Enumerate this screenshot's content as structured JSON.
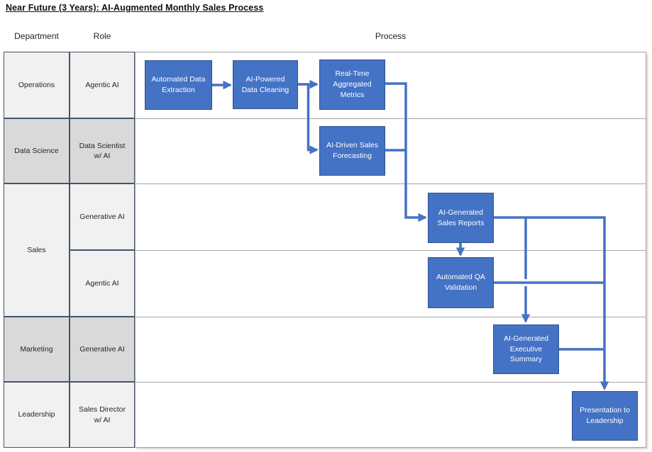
{
  "title": "Near Future (3 Years): AI-Augmented Monthly Sales Process",
  "column_headers": {
    "department": "Department",
    "role": "Role",
    "process": "Process"
  },
  "grid": {
    "departments": [
      {
        "label": "Operations"
      },
      {
        "label": "Data Science"
      },
      {
        "label": "Sales"
      },
      {
        "label": "Marketing"
      },
      {
        "label": "Leadership"
      }
    ],
    "roles": [
      {
        "label": "Agentic AI"
      },
      {
        "label": "Data Scientist w/ AI"
      },
      {
        "label": "Generative AI"
      },
      {
        "label": "Agentic AI"
      },
      {
        "label": "Generative AI"
      },
      {
        "label": "Sales Director w/ AI"
      }
    ]
  },
  "nodes": [
    {
      "label": "Automated Data Extraction",
      "lane": "Operations / Agentic AI"
    },
    {
      "label": "AI-Powered Data Cleaning",
      "lane": "Operations / Agentic AI"
    },
    {
      "label": "Real-Time Aggregated Metrics",
      "lane": "Operations / Agentic AI"
    },
    {
      "label": "AI-Driven Sales Forecasting",
      "lane": "Data Science / Data Scientist w/ AI"
    },
    {
      "label": "AI-Generated Sales Reports",
      "lane": "Sales / Generative AI"
    },
    {
      "label": "Automated QA Validation",
      "lane": "Sales / Agentic AI"
    },
    {
      "label": "AI-Generated Executive Summary",
      "lane": "Marketing / Generative AI"
    },
    {
      "label": "Presentation to Leadership",
      "lane": "Leadership / Sales Director w/ AI"
    }
  ],
  "connections": [
    {
      "from": "Automated Data Extraction",
      "to": "AI-Powered Data Cleaning"
    },
    {
      "from": "AI-Powered Data Cleaning",
      "to": "Real-Time Aggregated Metrics"
    },
    {
      "from": "AI-Powered Data Cleaning",
      "to": "AI-Driven Sales Forecasting"
    },
    {
      "from": "Real-Time Aggregated Metrics",
      "to": "AI-Generated Sales Reports"
    },
    {
      "from": "AI-Driven Sales Forecasting",
      "to": "AI-Generated Sales Reports"
    },
    {
      "from": "AI-Generated Sales Reports",
      "to": "Automated QA Validation"
    },
    {
      "from": "AI-Generated Sales Reports",
      "to": "AI-Generated Executive Summary"
    },
    {
      "from": "AI-Generated Sales Reports",
      "to": "Presentation to Leadership"
    },
    {
      "from": "Automated QA Validation",
      "to": "Presentation to Leadership"
    },
    {
      "from": "AI-Generated Executive Summary",
      "to": "Presentation to Leadership"
    }
  ],
  "colors": {
    "node_fill": "#4472C4",
    "node_border": "#2F528F",
    "connector": "#4472C4",
    "lane_light": "#f1f1f2",
    "lane_dark": "#d9d9d9",
    "header_grid_border": "#44546A",
    "process_grid_line": "#a6a6a6"
  }
}
